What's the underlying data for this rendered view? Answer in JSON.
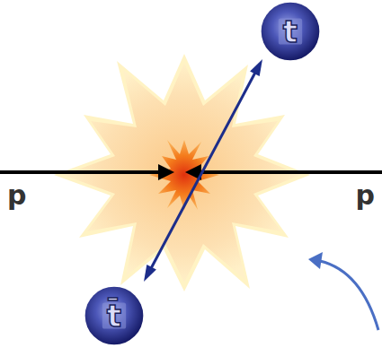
{
  "diagram": {
    "nodes": [
      {
        "text": [
          "t"
        ]
      },
      {
        "text": [
          "t̄"
        ]
      }
    ],
    "labels": [
      "p",
      "p"
    ]
  }
}
